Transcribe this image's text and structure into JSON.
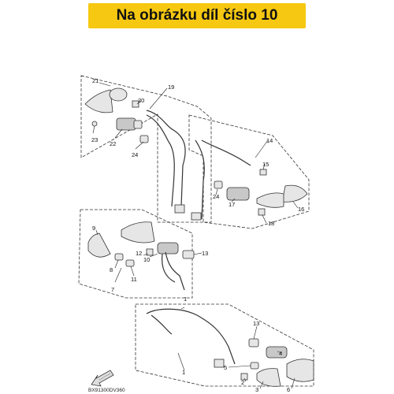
{
  "banner": {
    "text": "Na obrázku díl číslo 10"
  },
  "diagram_code": "BX91300DV360",
  "callouts": {
    "c1": "1",
    "c2": "2",
    "c3": "3",
    "c4": "4",
    "c5": "5",
    "c6": "6",
    "c7": "7",
    "c8": "8",
    "c9": "9",
    "c10": "10",
    "c11": "11",
    "c12": "12",
    "c13a": "13",
    "c13b": "13",
    "c14": "14",
    "c15": "15",
    "c16": "16",
    "c17": "17",
    "c18": "18",
    "c19": "19",
    "c20": "20",
    "c21": "21",
    "c22": "22",
    "c23": "23",
    "c24a": "24",
    "c24b": "24"
  },
  "colors": {
    "banner": "#f6c811"
  }
}
